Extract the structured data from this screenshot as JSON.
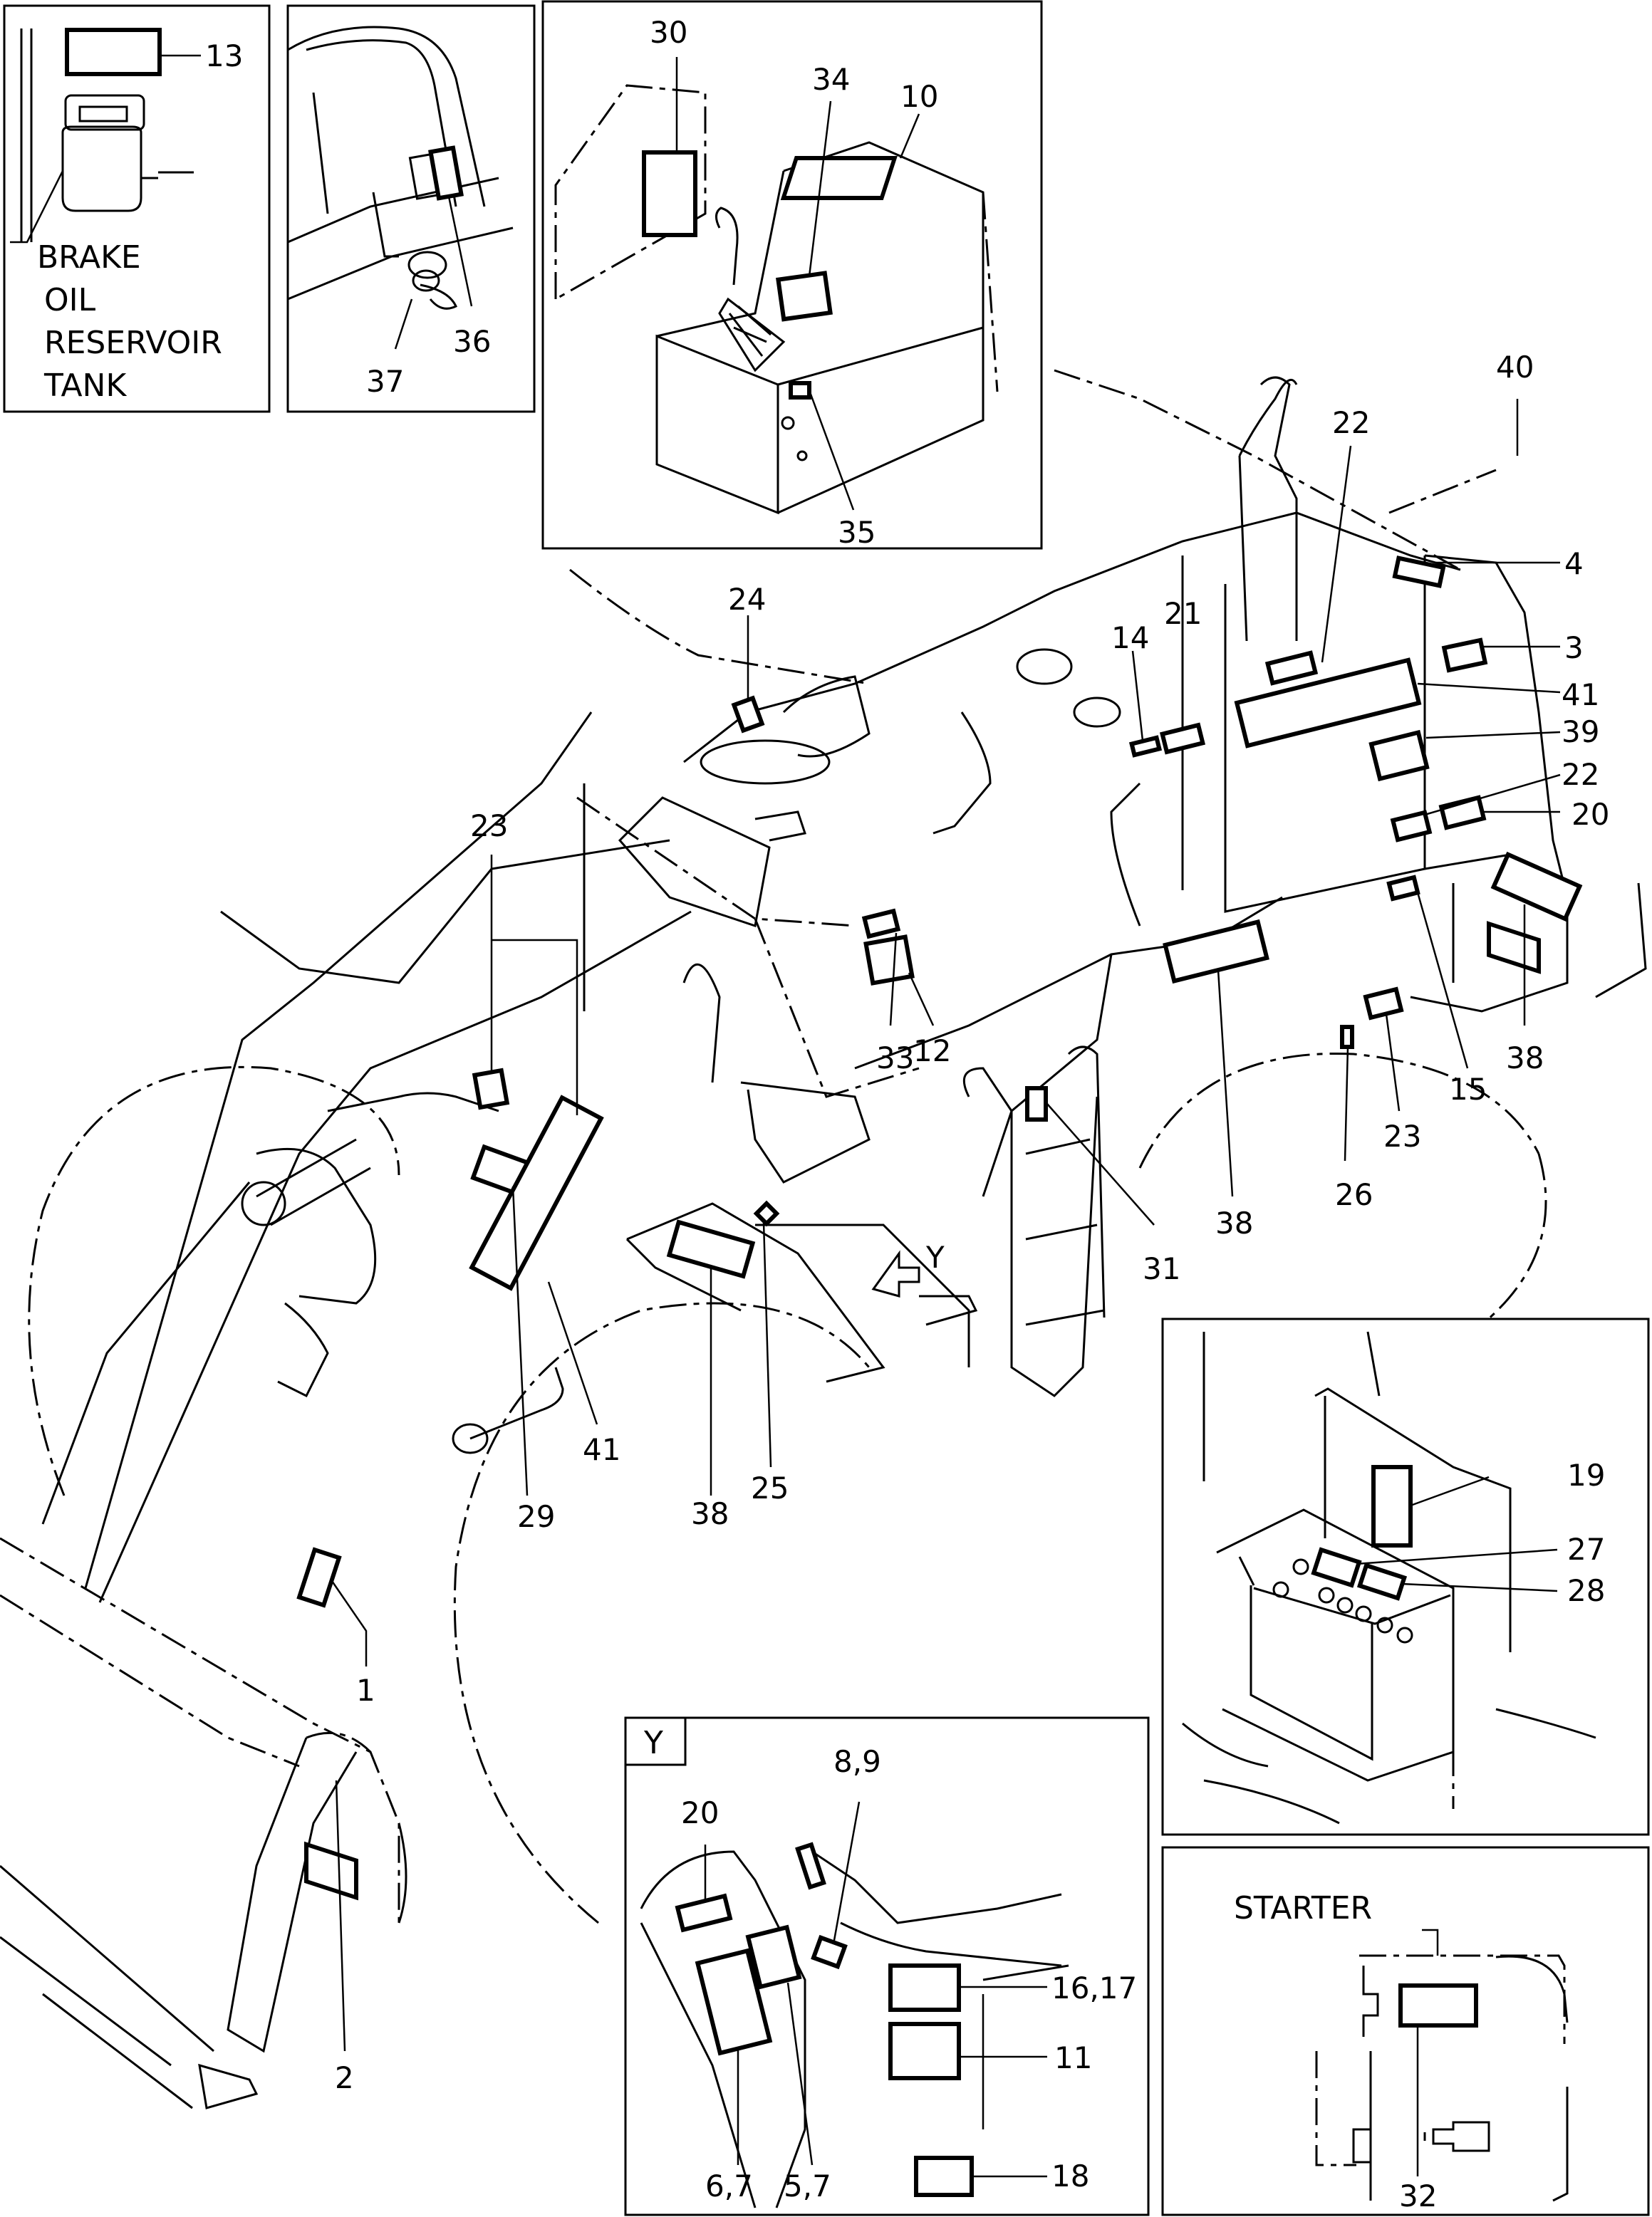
{
  "inset_brake": {
    "label_lines": [
      "BRAKE",
      "OIL",
      "RESERVOIR",
      "TANK"
    ],
    "callout": "13"
  },
  "inset_dash": {
    "callouts": [
      "36",
      "37"
    ]
  },
  "inset_console": {
    "callouts": [
      "30",
      "34",
      "10",
      "35"
    ]
  },
  "main": {
    "callouts": [
      "40",
      "22",
      "4",
      "3",
      "41",
      "39",
      "22",
      "20",
      "21",
      "14",
      "24",
      "23",
      "33",
      "12",
      "15",
      "38",
      "23",
      "26",
      "31",
      "38",
      "29",
      "41",
      "38",
      "25",
      "1",
      "2"
    ],
    "view_arrow_label": "Y"
  },
  "inset_battery": {
    "callouts": [
      "19",
      "27",
      "28"
    ]
  },
  "inset_y": {
    "title": "Y",
    "callouts": [
      "8,9",
      "20",
      "16,17",
      "11",
      "6,7",
      "5,7",
      "18"
    ]
  },
  "inset_starter": {
    "name": "STARTER",
    "callout": "32"
  }
}
